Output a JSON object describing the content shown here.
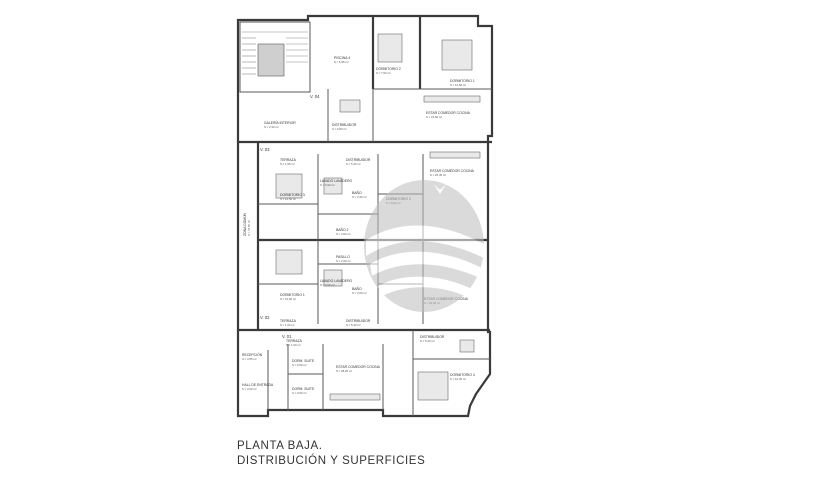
{
  "caption": {
    "line1": "PLANTA BAJA.",
    "line2": "DISTRIBUCIÓN Y SUPERFICIES"
  },
  "level_marks": [
    "V. 04",
    "V. 03",
    "V. 02",
    "V. 01"
  ],
  "rooms": [
    {
      "id": "piscina",
      "label": "PISCINA 4",
      "area": "S = 6,95 m²"
    },
    {
      "id": "dorm2-top",
      "label": "DORMITORIO 2",
      "area": "S = 7,50 m²"
    },
    {
      "id": "dorm1-top",
      "label": "DORMITORIO 1",
      "area": "S = 10,50 m²"
    },
    {
      "id": "estar-top",
      "label": "ESTAR COMEDOR COCINA",
      "area": "S = 22,60 m²"
    },
    {
      "id": "galeria",
      "label": "GALERÍA INTERIOR",
      "area": "S = 2,30 m²"
    },
    {
      "id": "distrib-top",
      "label": "DISTRIBUIDOR",
      "area": "S = 6,80 m²"
    },
    {
      "id": "distrib-2",
      "label": "DISTRIBUIDOR",
      "area": "S = 5,30 m²"
    },
    {
      "id": "terraza-a",
      "label": "TERRAZA",
      "area": "S = 1,55 m²"
    },
    {
      "id": "estar-b",
      "label": "ESTAR COMEDOR COCINA",
      "area": "S = 20,45 m²"
    },
    {
      "id": "dorm3",
      "label": "DORMITORIO 3",
      "area": "S = 10,50 m²"
    },
    {
      "id": "lavado-a",
      "label": "LAVADO LAVADERO",
      "area": "S = 3,90 m²"
    },
    {
      "id": "bano-a",
      "label": "BAÑO",
      "area": "S = 3,40 m²"
    },
    {
      "id": "dorm2-b",
      "label": "DORMITORIO 2",
      "area": "S = 8,90 m²"
    },
    {
      "id": "bano-b",
      "label": "BAÑO 2",
      "area": "S = 3,60 m²"
    },
    {
      "id": "pasillo",
      "label": "PASILLO",
      "area": "S = 2,60 m²"
    },
    {
      "id": "dorm1-c",
      "label": "DORMITORIO 1",
      "area": "S = 10,50 m²"
    },
    {
      "id": "lavado-c",
      "label": "LAVADO LAVADERO",
      "area": "S = 3,50 m²"
    },
    {
      "id": "bano-c",
      "label": "BAÑO",
      "area": "S = 3,60 m²"
    },
    {
      "id": "estar-c",
      "label": "ESTAR COMEDOR COCINA",
      "area": "S = 20,45 m²"
    },
    {
      "id": "terraza-c",
      "label": "TERRAZA",
      "area": "S = 1,60 m²"
    },
    {
      "id": "distrib-c",
      "label": "DISTRIBUIDOR",
      "area": "S = 5,30 m²"
    },
    {
      "id": "terraza-d",
      "label": "TERRAZA",
      "area": "S = 1,60 m²"
    },
    {
      "id": "distrib-d",
      "label": "DISTRIBUIDOR",
      "area": "S = 5,30 m²"
    },
    {
      "id": "recepcion",
      "label": "RECEPCIÓN",
      "area": "S = 4,55 m²"
    },
    {
      "id": "hall",
      "label": "HALL DE ENTRADA",
      "area": "S = 3,00 m²"
    },
    {
      "id": "dorm-suite",
      "label": "DORM. SUITE",
      "area": "S = 9,50 m²"
    },
    {
      "id": "dorm-suite2",
      "label": "DORM. SUITE",
      "area": "S = 9,50 m²"
    },
    {
      "id": "estar-d",
      "label": "ESTAR COMEDOR COCINA",
      "area": "S = 28,25 m²"
    },
    {
      "id": "dorm4",
      "label": "DORMITORIO 4",
      "area": "S = 10,35 m²"
    },
    {
      "id": "zona-comun",
      "label": "ZONA COMÚN",
      "area": "S = 47,50 m²"
    }
  ]
}
